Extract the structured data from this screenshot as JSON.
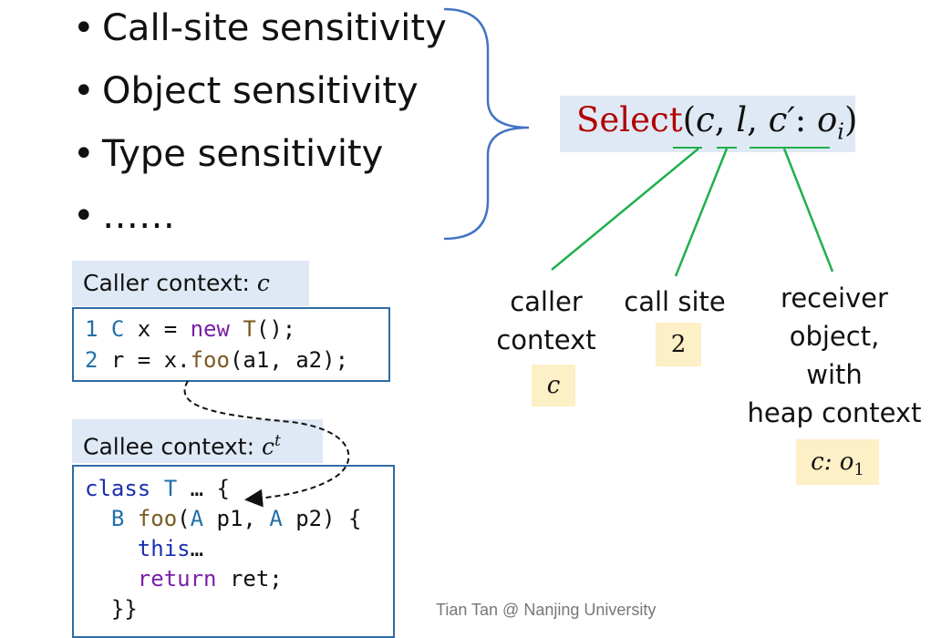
{
  "bullets": [
    {
      "symbol": "•",
      "text": "Call-site sensitivity"
    },
    {
      "symbol": "•",
      "text": "Object sensitivity"
    },
    {
      "symbol": "•",
      "text": "Type sensitivity"
    },
    {
      "symbol": "•",
      "text": "……"
    }
  ],
  "formula": {
    "function": "Select",
    "open": "(",
    "arg1": "c",
    "comma1": ", ",
    "arg2": "l",
    "comma2": ", ",
    "arg3": "c′",
    "colon": ": ",
    "arg4": "o",
    "arg4_sub": "i",
    "close": ")"
  },
  "parameters": [
    {
      "label_lines": [
        "caller",
        "context"
      ],
      "value": "c"
    },
    {
      "label_lines": [
        "call site"
      ],
      "value": "2"
    },
    {
      "label_lines": [
        "receiver",
        "object,",
        "with",
        "heap context"
      ],
      "value_main": "c: o",
      "value_sub": "1"
    }
  ],
  "caller": {
    "label": "Caller context: ",
    "label_var": "c",
    "line1": {
      "num": "1",
      "type": "C",
      "rest1": " x = ",
      "kw": "new",
      "sp": " ",
      "cls": "T",
      "rest2": "();"
    },
    "line2": {
      "num": "2",
      "rest1": " r = x.",
      "fn": "foo",
      "rest2": "(a1, a2);"
    }
  },
  "callee": {
    "label": "Callee context: ",
    "label_var": "c",
    "label_sup": "t",
    "line1": {
      "kw": "class",
      "sp": " ",
      "cls": "T",
      "rest": " … {"
    },
    "line2": {
      "indent": "  ",
      "ret": "B",
      "sp": " ",
      "fn": "foo",
      "p1type": "A",
      "p1": " p1, ",
      "p2type": "A",
      "p2": " p2) {"
    },
    "line3": {
      "indent": "    ",
      "kw": "this",
      "rest": "…"
    },
    "line4": {
      "indent": "    ",
      "kw": "return",
      "rest": " ret;"
    },
    "line5": {
      "indent": "  ",
      "rest": "}}"
    }
  },
  "footer": "Tian Tan @ Nanjing University",
  "colors": {
    "brace": "#4472c4",
    "connector": "#1fb04c",
    "box_border": "#2e6ca4",
    "label_bg": "#dfe9f5",
    "tag_bg": "#fdefc6",
    "function": "#b00000"
  }
}
